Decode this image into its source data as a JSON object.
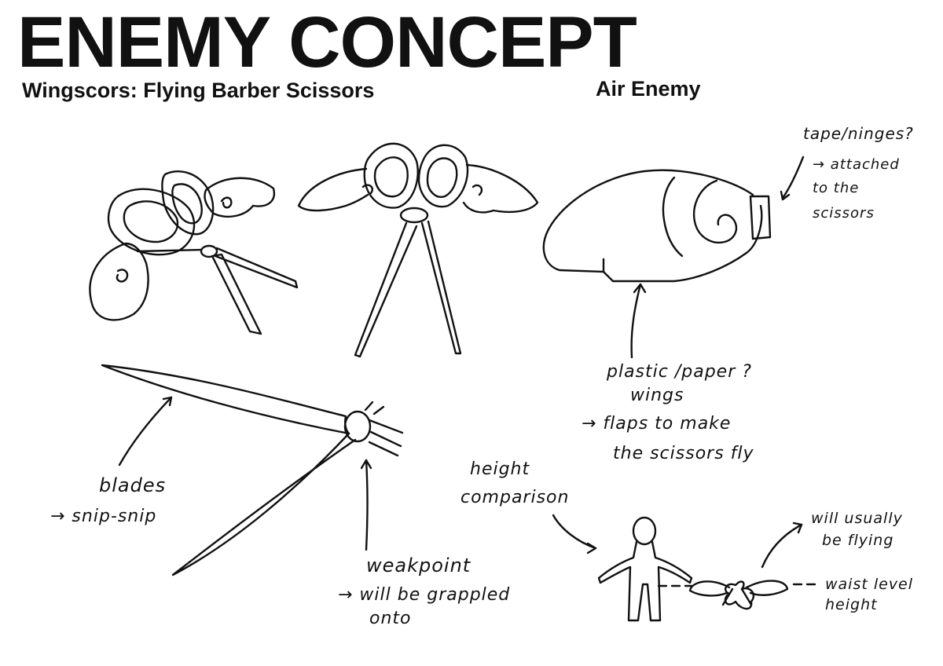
{
  "header": {
    "title": "ENEMY CONCEPT",
    "subtitle": "Wingscors: Flying Barber Scissors",
    "category": "Air Enemy"
  },
  "notes": {
    "hinge_question": "tape/ninges?",
    "hinge_detail_1": "→ attached",
    "hinge_detail_2": "to the",
    "hinge_detail_3": "scissors",
    "wings_question": "plastic /paper ?",
    "wings_label": "wings",
    "wings_detail_1": "→ flaps to make",
    "wings_detail_2": "the scissors fly",
    "blades_label": "blades",
    "blades_detail": "→ snip-snip",
    "weakpoint_label": "weakpoint",
    "weakpoint_detail_1": "→ will be grappled",
    "weakpoint_detail_2": "onto",
    "height_label_1": "height",
    "height_label_2": "comparison",
    "flying_note_1": "will usually",
    "flying_note_2": "be flying",
    "waist_note_1": "waist level",
    "waist_note_2": "height"
  }
}
